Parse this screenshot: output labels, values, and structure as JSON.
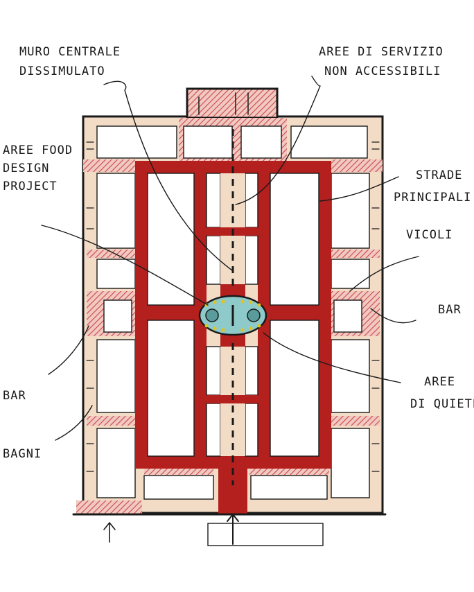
{
  "labels": {
    "muro_centrale": [
      "MURO CENTRALE",
      "DISSIMULATO"
    ],
    "aree_servizio": [
      "AREE DI SERVIZIO",
      "NON ACCESSIBILI"
    ],
    "aree_food": [
      "AREE FOOD",
      "DESIGN",
      "PROJECT"
    ],
    "strade": [
      "STRADE",
      "PRINCIPALI"
    ],
    "vicoli": "VICOLI",
    "bar_right": "BAR",
    "bar_left": "BAR",
    "aree_quiete": [
      "AREE",
      "DI QUIETE"
    ],
    "bagni": "BAGNI"
  },
  "colors": {
    "road_red": "#b3201e",
    "hatch_red": "#c74a46",
    "zone_beige": "#f3dcc6",
    "plaza_teal": "#8fcaca",
    "ink": "#1a1a1a",
    "dots_yellow": "#e3c21a"
  }
}
